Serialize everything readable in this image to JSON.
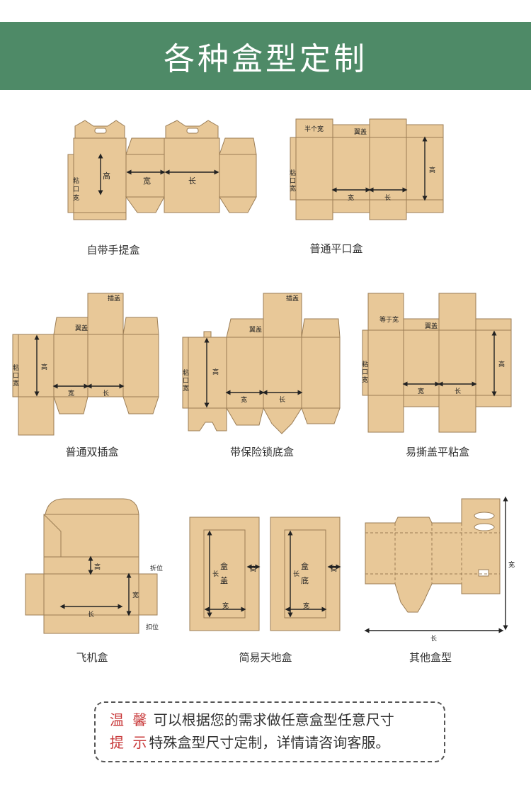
{
  "banner": {
    "title": "各种盒型定制",
    "color": "#4e8a67"
  },
  "colors": {
    "panel": "#e8c898",
    "stroke": "#9b7d55",
    "dim": "#222222",
    "accent_red": "#c8393a"
  },
  "boxes": [
    {
      "caption": "自带手提盒",
      "labels": {
        "glue": "粘口宽",
        "height": "高",
        "width": "宽",
        "length": "长"
      }
    },
    {
      "caption": "普通平口盒",
      "labels": {
        "half_width": "半个宽",
        "wing": "翼盖",
        "glue": "粘口宽",
        "height": "高",
        "width": "宽",
        "length": "长"
      }
    },
    {
      "caption": "普通双插盒",
      "labels": {
        "insert": "插盖",
        "wing": "翼盖",
        "glue": "粘口宽",
        "height": "高",
        "width": "宽",
        "length": "长"
      }
    },
    {
      "caption": "带保险锁底盒",
      "labels": {
        "insert": "插盖",
        "wing": "翼盖",
        "glue": "粘口宽",
        "height": "高",
        "width": "宽",
        "length": "长"
      }
    },
    {
      "caption": "易撕盖平粘盒",
      "labels": {
        "equal_width": "等于宽",
        "wing": "翼盖",
        "glue": "粘口宽",
        "height": "高",
        "width": "宽",
        "length": "长"
      }
    },
    {
      "caption": "飞机盒",
      "labels": {
        "fold": "折位",
        "buckle": "扣位",
        "height": "高",
        "width": "宽",
        "length": "长"
      }
    },
    {
      "caption": "简易天地盒",
      "labels": {
        "lid": "盒盖",
        "bottom": "盒底",
        "height": "高",
        "width": "宽",
        "length": "长"
      }
    },
    {
      "caption": "其他盒型",
      "labels": {
        "width": "宽",
        "length": "长"
      }
    }
  ],
  "notice": {
    "label1": "温 馨",
    "text1": " 可以根据您的需求做任意盒型任意尺寸",
    "label2": "提 示",
    "text2": "特殊盒型尺寸定制，详情请咨询客服。"
  }
}
